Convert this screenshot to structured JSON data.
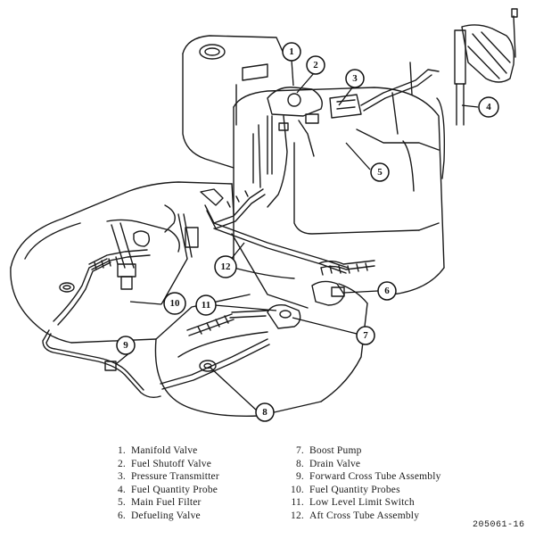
{
  "figure_id": "205061-16",
  "callouts": [
    {
      "n": "1"
    },
    {
      "n": "2"
    },
    {
      "n": "3"
    },
    {
      "n": "4"
    },
    {
      "n": "5"
    },
    {
      "n": "6"
    },
    {
      "n": "7"
    },
    {
      "n": "8"
    },
    {
      "n": "9"
    },
    {
      "n": "10"
    },
    {
      "n": "11"
    },
    {
      "n": "12"
    }
  ],
  "legend_left": [
    {
      "num": "1.",
      "label": "Manifold Valve"
    },
    {
      "num": "2.",
      "label": "Fuel Shutoff Valve"
    },
    {
      "num": "3.",
      "label": "Pressure Transmitter"
    },
    {
      "num": "4.",
      "label": "Fuel Quantity Probe"
    },
    {
      "num": "5.",
      "label": "Main Fuel Filter"
    },
    {
      "num": "6.",
      "label": "Defueling Valve"
    }
  ],
  "legend_right": [
    {
      "num": "7.",
      "label": "Boost Pump"
    },
    {
      "num": "8.",
      "label": "Drain Valve"
    },
    {
      "num": "9.",
      "label": "Forward Cross Tube Assembly"
    },
    {
      "num": "10.",
      "label": "Fuel Quantity Probes"
    },
    {
      "num": "11.",
      "label": "Low Level Limit Switch"
    },
    {
      "num": "12.",
      "label": "Aft Cross Tube Assembly"
    }
  ]
}
